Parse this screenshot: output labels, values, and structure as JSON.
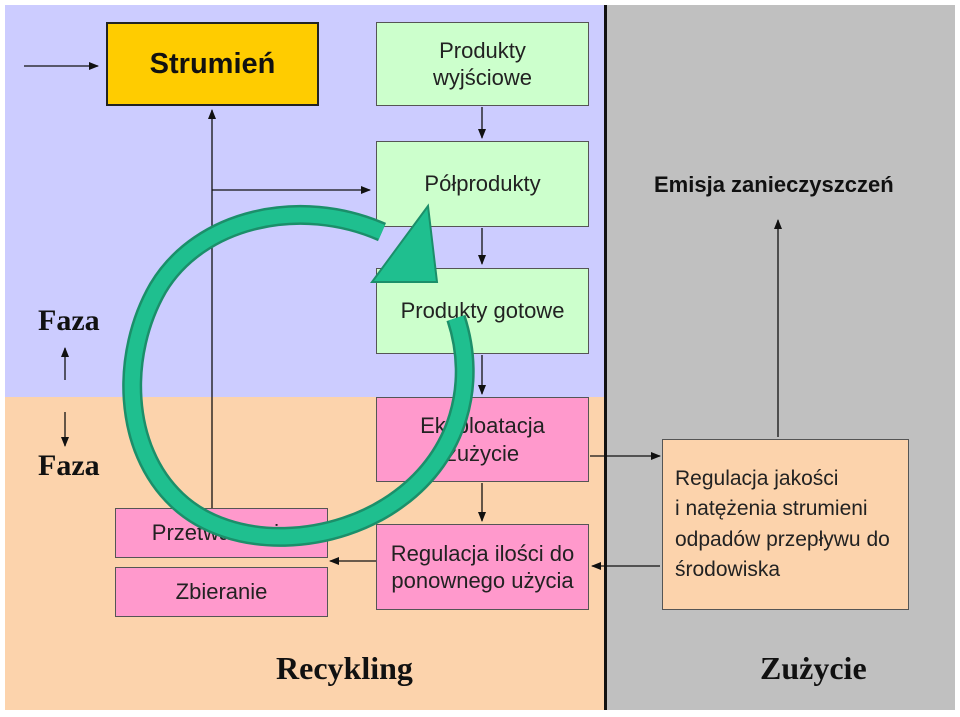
{
  "boxes": {
    "strumien": "Strumień",
    "produkty_wyjsciowe": [
      "Produkty",
      "wyjściowe"
    ],
    "polprodukty": "Półprodukty",
    "produkty_gotowe": "Produkty gotowe",
    "eksploatacja": [
      "Eksploatacja",
      "zużycie"
    ],
    "regulacja_ilosci": [
      "Regulacja ilości do",
      "ponownego użycia"
    ],
    "przetwarzanie": "Przetwarzanie",
    "zbieranie": "Zbieranie",
    "regulacja_jakosci": [
      "Regulacja jakości",
      "i natężenia strumieni",
      "odpadów przepływu do",
      "środowiska"
    ]
  },
  "labels": {
    "emisja": "Emisja zanieczyszczeń",
    "faza_top": "Faza",
    "faza_bottom": "Faza",
    "recykling": "Recykling",
    "zuzycie": "Zużycie"
  },
  "colors": {
    "top_region": "#ccccff",
    "bottom_region": "#fcd3ac",
    "right_region": "#c0c0c0",
    "gold_box": "#ffcc00",
    "green_box": "#ccffcc",
    "pink_box": "#ff99cc",
    "cycle_arrow": "#1fbf8f"
  },
  "icons": {
    "cycle": "circular-arrow-icon"
  }
}
